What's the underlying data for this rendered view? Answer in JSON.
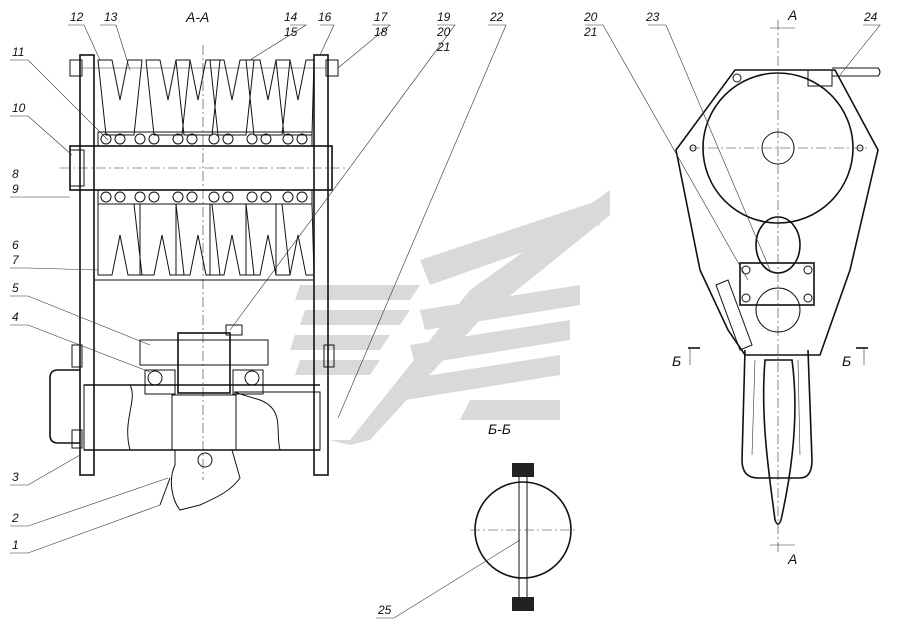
{
  "drawing": {
    "section_aa": "А-А",
    "section_bb": "Б-Б",
    "mark_a": "А",
    "mark_b": "Б"
  },
  "callouts": {
    "c1": "1",
    "c2": "2",
    "c3": "3",
    "c4": "4",
    "c5": "5",
    "c6": "6",
    "c7": "7",
    "c8": "8",
    "c9": "9",
    "c10": "10",
    "c11": "11",
    "c12": "12",
    "c13": "13",
    "c14": "14",
    "c15": "15",
    "c16": "16",
    "c17": "17",
    "c18": "18",
    "c19": "19",
    "c20": "20",
    "c21": "21",
    "c22": "22",
    "c23": "23",
    "c24": "24",
    "c25": "25",
    "c20b": "20",
    "c21b": "21"
  },
  "colors": {
    "ink": "#111111",
    "watermark": "#d9d9d9"
  }
}
